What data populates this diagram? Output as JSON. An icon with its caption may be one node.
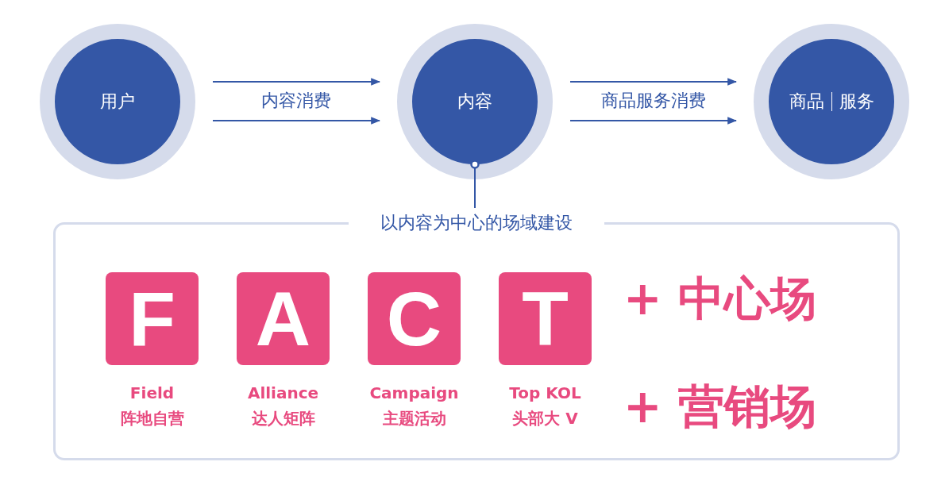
{
  "diagram": {
    "nodes": [
      {
        "text": [
          "用户"
        ]
      },
      {
        "text": [
          "内容"
        ]
      },
      {
        "text": [
          "商品",
          "服务"
        ]
      },
      {
        "text": [
          "以内容为中心的场域建设"
        ]
      },
      {
        "text": [
          "F"
        ],
        "in": 3,
        "beside": [
          "Field",
          "阵地自营"
        ]
      },
      {
        "text": [
          "A"
        ],
        "in": 3,
        "beside": [
          "Alliance",
          "达人矩阵"
        ]
      },
      {
        "text": [
          "C"
        ],
        "in": 3,
        "beside": [
          "Campaign",
          "主题活动"
        ]
      },
      {
        "text": [
          "T"
        ],
        "in": 3,
        "beside": [
          "Top KOL",
          "头部大 V"
        ]
      }
    ],
    "edges": [
      {
        "from": 0,
        "to": 1,
        "arrow": "to",
        "label": "内容消费"
      },
      {
        "from": 0,
        "to": 1,
        "arrow": "to"
      },
      {
        "from": 1,
        "to": 2,
        "arrow": "to",
        "label": "商品服务消费"
      },
      {
        "from": 1,
        "to": 2,
        "arrow": "to"
      },
      {
        "from": 1,
        "to": 3,
        "arrow": "other"
      }
    ],
    "labels": [
      "+ 中心场",
      "+ 营销场"
    ]
  }
}
